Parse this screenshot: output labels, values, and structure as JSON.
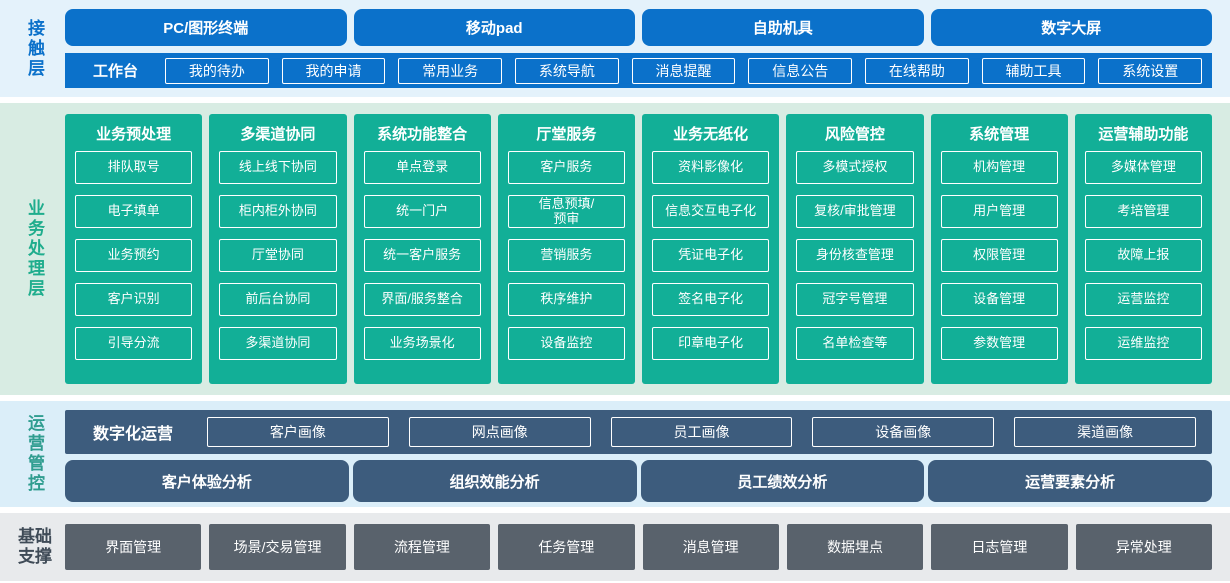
{
  "colors": {
    "accent_blue": "#0b71ca",
    "contact_bg": "#e4f2fb",
    "teal_green": "#12af97",
    "business_bg": "#d8ece3",
    "business_label_green": "#1fad8d",
    "slate_blue": "#3d5c7d",
    "ops_bg": "#dbeef9",
    "ops_label_teal": "#2f9d90",
    "base_gray": "#59626c",
    "base_bg": "#e8eaec"
  },
  "contact_layer": {
    "label": "接触层",
    "terminals": [
      "PC/图形终端",
      "移动pad",
      "自助机具",
      "数字大屏"
    ],
    "workbench": {
      "label": "工作台",
      "items": [
        "我的待办",
        "我的申请",
        "常用业务",
        "系统导航",
        "消息提醒",
        "信息公告",
        "在线帮助",
        "辅助工具",
        "系统设置"
      ]
    }
  },
  "business_layer": {
    "label": "业务处理层",
    "columns": [
      {
        "title": "业务预处理",
        "items": [
          "排队取号",
          "电子填单",
          "业务预约",
          "客户识别",
          "引导分流"
        ]
      },
      {
        "title": "多渠道协同",
        "items": [
          "线上线下协同",
          "柜内柜外协同",
          "厅堂协同",
          "前后台协同",
          "多渠道协同"
        ]
      },
      {
        "title": "系统功能整合",
        "items": [
          "单点登录",
          "统一门户",
          "统一客户服务",
          "界面/服务整合",
          "业务场景化"
        ]
      },
      {
        "title": "厅堂服务",
        "items": [
          "客户服务",
          "信息预填/\n预审",
          "营销服务",
          "秩序维护",
          "设备监控"
        ]
      },
      {
        "title": "业务无纸化",
        "items": [
          "资料影像化",
          "信息交互电子化",
          "凭证电子化",
          "签名电子化",
          "印章电子化"
        ]
      },
      {
        "title": "风险管控",
        "items": [
          "多模式授权",
          "复核/审批管理",
          "身份核查管理",
          "冠字号管理",
          "名单检查等"
        ]
      },
      {
        "title": "系统管理",
        "items": [
          "机构管理",
          "用户管理",
          "权限管理",
          "设备管理",
          "参数管理"
        ]
      },
      {
        "title": "运营辅助功能",
        "items": [
          "多媒体管理",
          "考培管理",
          "故障上报",
          "运营监控",
          "运维监控"
        ]
      }
    ]
  },
  "ops_layer": {
    "label": "运营管控",
    "digital_ops": {
      "label": "数字化运营",
      "items": [
        "客户画像",
        "网点画像",
        "员工画像",
        "设备画像",
        "渠道画像"
      ]
    },
    "analysis": [
      "客户体验分析",
      "组织效能分析",
      "员工绩效分析",
      "运营要素分析"
    ]
  },
  "base_layer": {
    "label": "基础支撑",
    "items": [
      "界面管理",
      "场景/交易管理",
      "流程管理",
      "任务管理",
      "消息管理",
      "数据埋点",
      "日志管理",
      "异常处理"
    ]
  }
}
